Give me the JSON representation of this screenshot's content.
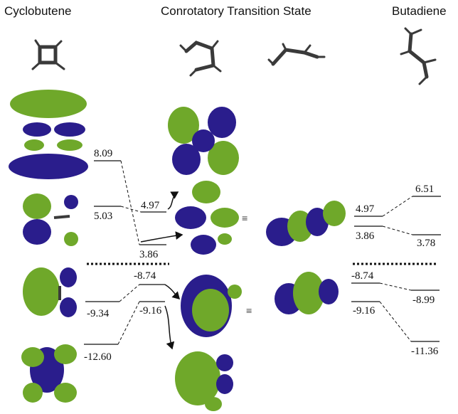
{
  "headers": {
    "left": "Cyclobutene",
    "center": "Conrotatory Transition State",
    "right": "Butadiene"
  },
  "energies": {
    "cyclobutene": [
      "8.09",
      "5.03",
      "-9.34",
      "-12.60"
    ],
    "ts_left": [
      "4.97",
      "3.86",
      "-8.74",
      "-9.16"
    ],
    "butadiene_left": [
      "4.97",
      "3.86",
      "-8.74",
      "-9.16"
    ],
    "butadiene_right": [
      "6.51",
      "3.78",
      "-8.99",
      "-11.36"
    ]
  },
  "symbols": {
    "equivalent": "≡"
  },
  "colors": {
    "lobe_green": "#6fa82a",
    "lobe_blue": "#2a1d8c",
    "bond": "#3a3a3a",
    "hydrogen": "#dcdcdc"
  }
}
